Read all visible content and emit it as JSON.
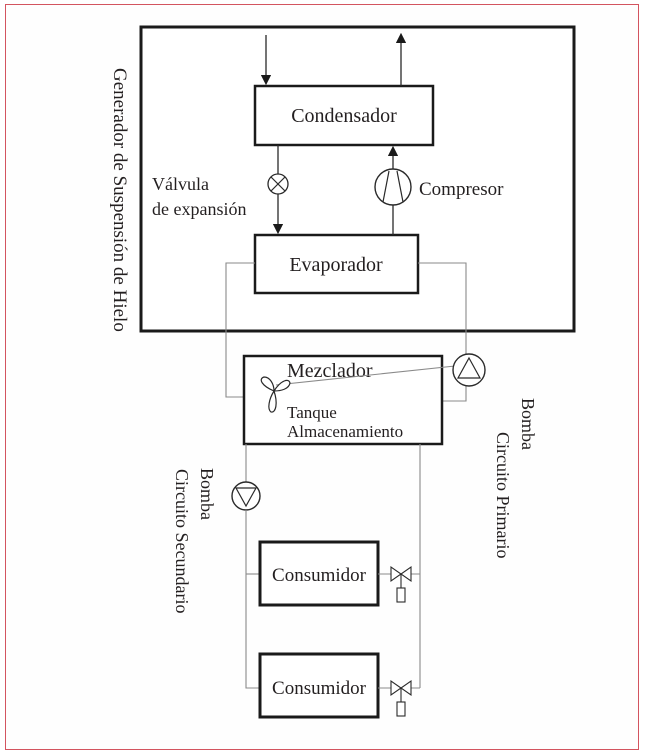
{
  "diagram": {
    "generator_label": "Generador de Suspensión de Hielo",
    "condenser": "Condensador",
    "valve_line1": "Válvula",
    "valve_line2": "de expansión",
    "compressor": "Compresor",
    "evaporator": "Evaporador",
    "mixer": "Mezclador",
    "tank_line1": "Tanque",
    "tank_line2": "Almacenamiento",
    "primary_pump_line1": "Bomba",
    "primary_pump_line2": "Circuito Primario",
    "secondary_pump_line1": "Bomba",
    "secondary_pump_line2": "Circuito Secundario",
    "consumer_1": "Consumidor",
    "consumer_2": "Consumidor"
  },
  "colors": {
    "frame_border": "#d3545f",
    "line": "#1a1a1a",
    "pipe": "#8a8a8a"
  }
}
